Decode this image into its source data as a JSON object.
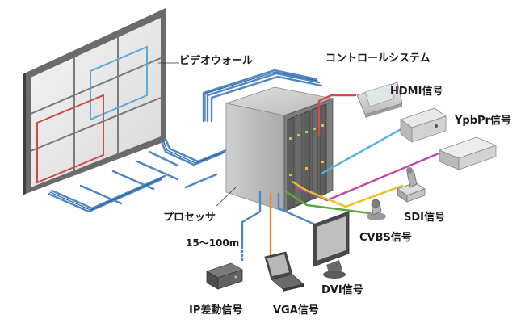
{
  "labels": {
    "video_wall": "ビデオウォール",
    "control_system": "コントロールシステム",
    "hdmi": "HDMI信号",
    "ypbpr": "YpbPr信号",
    "processor": "プロセッサ",
    "sdi": "SDI信号",
    "cvbs": "CVBS信号",
    "distance": "15～100m",
    "dvi": "DVI信号",
    "ip": "IP差動信号",
    "vga": "VGA信号"
  },
  "colors": {
    "blue_cable": "#4f86c6",
    "red_cable": "#d84a4a",
    "cyan_cable": "#4fb3e0",
    "magenta_cable": "#c447a8",
    "yellow_cable": "#e8c020",
    "green_cable": "#5aa83a",
    "orange_cable": "#e58a2e",
    "device_gray": "#c8c8c8"
  }
}
